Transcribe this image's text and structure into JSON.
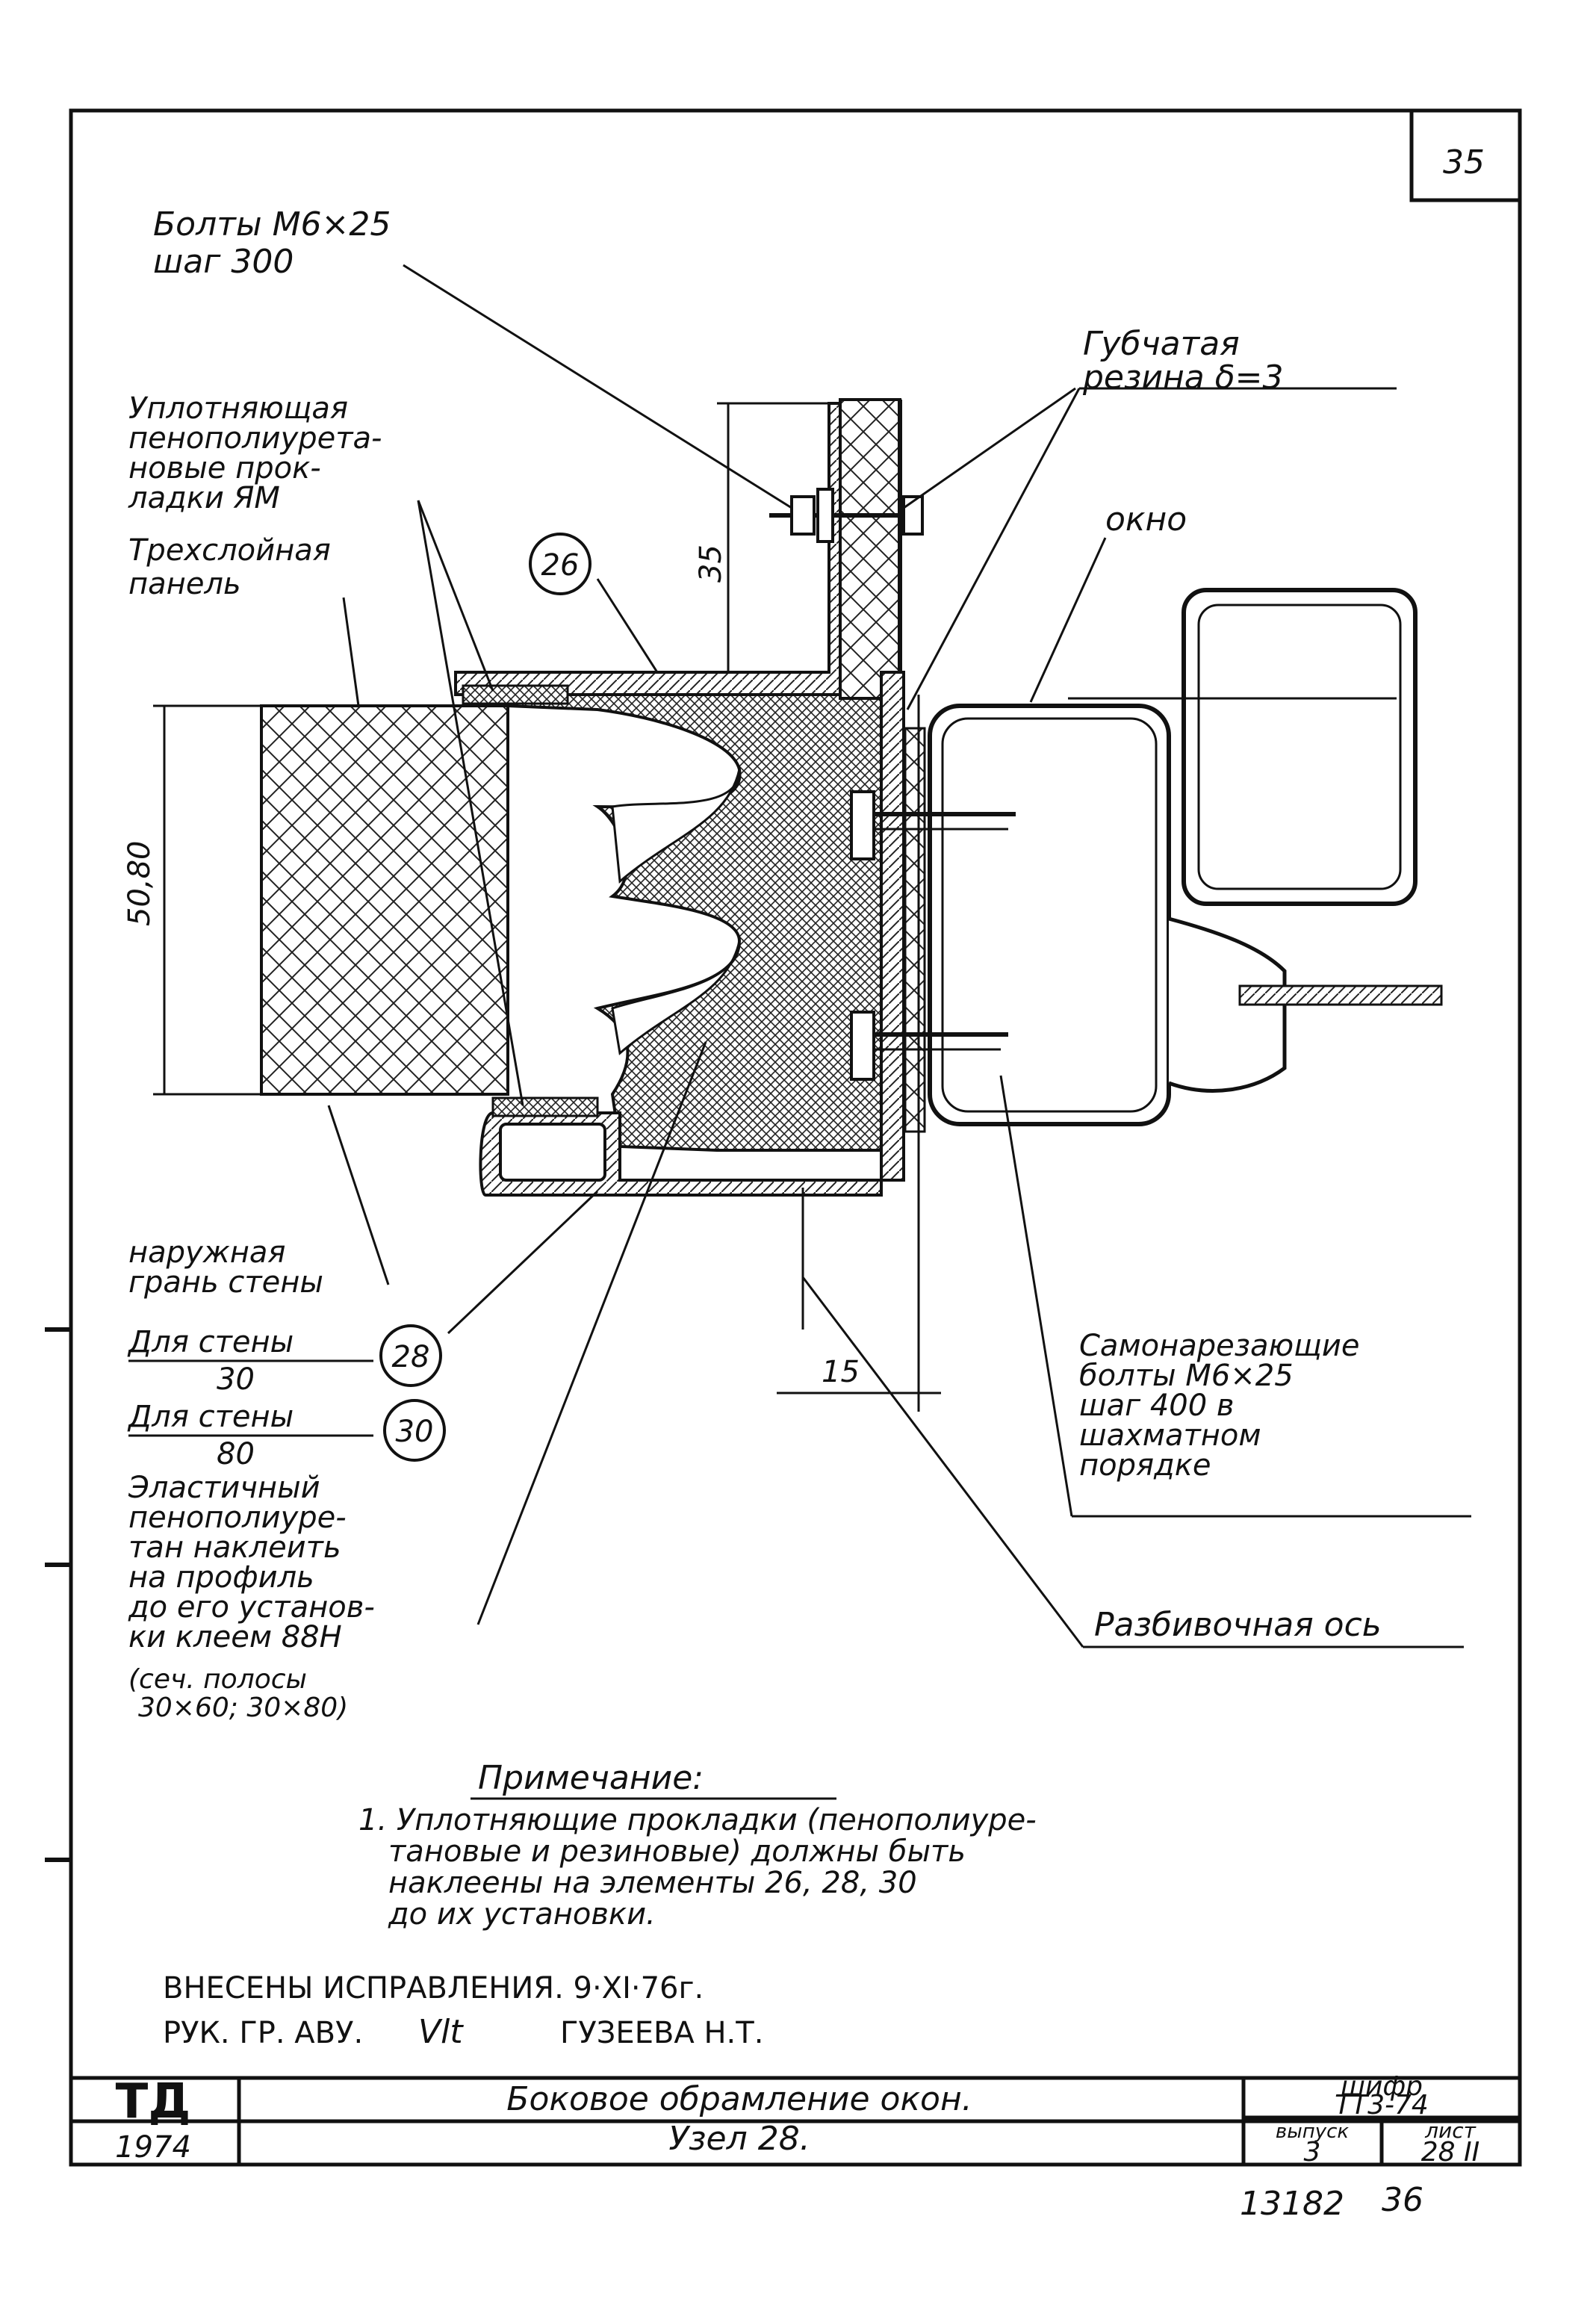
{
  "sheet_no": "35",
  "labels": {
    "bolts": [
      "Болты М6×25",
      "шаг 300"
    ],
    "sponge": [
      "Губчатая",
      "резина δ=3"
    ],
    "seal": [
      "Уплотняющая",
      "пенополиурета-",
      "новые прок-",
      "ладки ЯМ"
    ],
    "panel": [
      "Трехслойная",
      "панель"
    ],
    "window": "окно",
    "outer_face": [
      "наружная",
      "грань стены"
    ],
    "wall_30_label": "Для стены",
    "wall_30_value": "30",
    "wall_80_label": "Для стены",
    "wall_80_value": "80",
    "elastic": [
      "Эластичный",
      "пенополиуре-",
      "тан наклеить",
      "на профиль",
      "до его установ-",
      "ки клеем 88Н"
    ],
    "strips": [
      "(сеч. полосы",
      "30×60; 30×80)"
    ],
    "self_tapping": [
      "Самонарезающие",
      "болты  М6×25",
      "шаг 400 в",
      "шахматном",
      "порядке"
    ],
    "axis": "Разбивочная ось"
  },
  "callouts": {
    "c26": "26",
    "c28": "28",
    "c30": "30"
  },
  "dims": {
    "d35": "35",
    "d50_80": "50,80",
    "d15": "15"
  },
  "note": {
    "title": "Примечание:",
    "lines": [
      "1. Уплотняющие прокладки (пенополиуре-",
      "тановые и резиновые) должны быть",
      "наклеены на элементы 26, 28, 30",
      "до их установки."
    ]
  },
  "revision": {
    "line1": "ВНЕСЕНЫ ИСПРАВЛЕНИЯ.  9·XI·76г.",
    "line2": "РУК. ГР. АВУ.",
    "signature": "Vlt",
    "name": "ГУЗЕЕВА Н.Т."
  },
  "title_block": {
    "org": "ТД",
    "year": "1974",
    "title": [
      "Боковое обрамление окон.",
      "Узел 28."
    ],
    "code_label": "шифр",
    "code": "ТТ3-74",
    "issue_label": "выпуск",
    "issue": "3",
    "sheet_label": "лист",
    "sheet": "28 II"
  },
  "footer": {
    "inv": "13182",
    "page": "36"
  }
}
